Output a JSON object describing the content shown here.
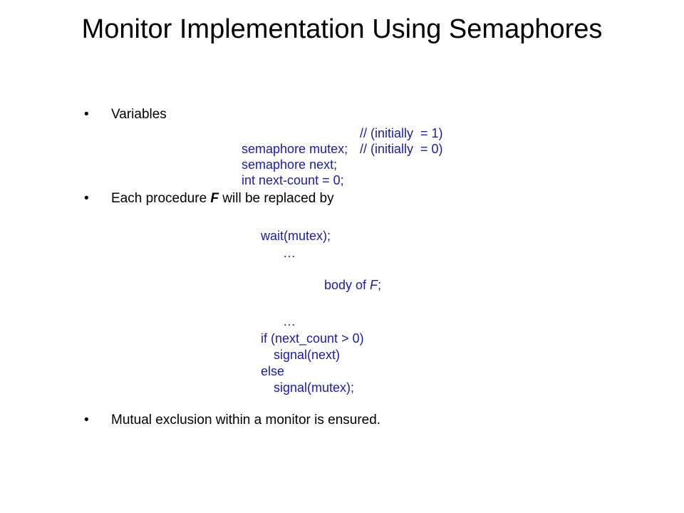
{
  "slide": {
    "title": "Monitor Implementation Using Semaphores",
    "bullets": [
      {
        "marker": "•",
        "text": "Variables"
      },
      {
        "marker": "•",
        "text_before": "Each procedure ",
        "emphasis": "F",
        "text_after": "  will be replaced by"
      },
      {
        "marker": "•",
        "text": "Mutual exclusion within a monitor is ensured."
      }
    ],
    "variables_code": [
      {
        "code": "semaphore mutex;",
        "comment": "// (initially  = 1)"
      },
      {
        "code": "semaphore next;",
        "comment": "// (initially  = 0)"
      },
      {
        "code": "int next-count = 0;",
        "comment": ""
      }
    ],
    "procedure_code": {
      "wait": "wait(mutex);",
      "ellipsis_1": "…",
      "body_prefix": "body of ",
      "body_var": "F",
      "body_suffix": ";",
      "ellipsis_2": "…",
      "if_line": "if (next_count > 0)",
      "signal_next": "signal(next)",
      "else_line": "else",
      "signal_mutex": "signal(mutex);"
    },
    "colors": {
      "code": "#1a1ab4",
      "text": "#000000",
      "background": "#ffffff"
    }
  }
}
